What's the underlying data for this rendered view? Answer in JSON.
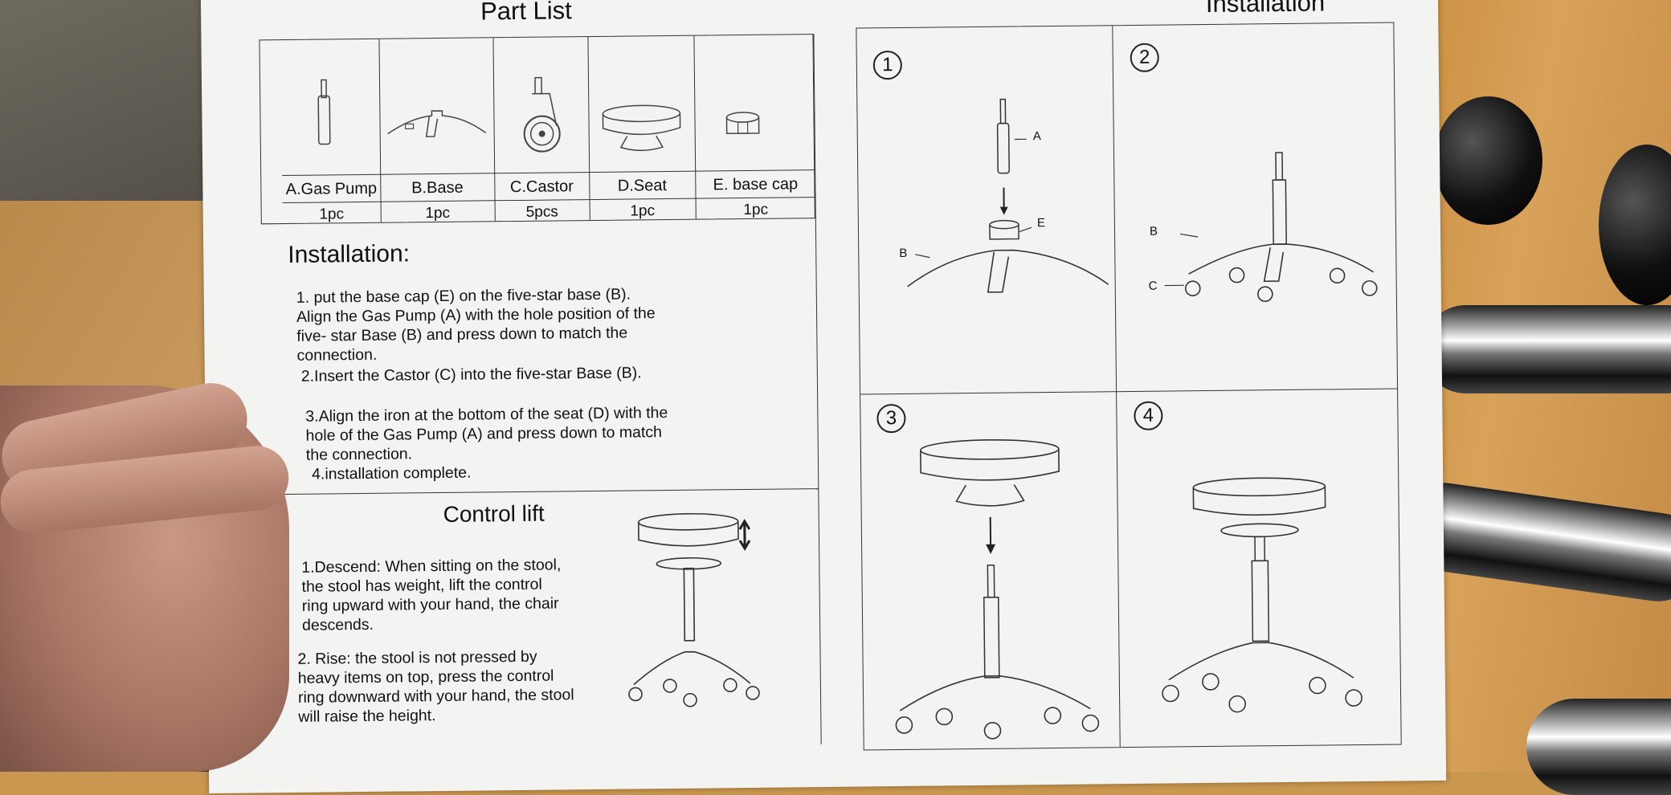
{
  "part_list": {
    "title": "Part List",
    "parts": [
      {
        "name": "A.Gas Pump",
        "qty": "1pc",
        "icon": "gas-pump-icon"
      },
      {
        "name": "B.Base",
        "qty": "1pc",
        "icon": "base-icon"
      },
      {
        "name": "C.Castor",
        "qty": "5pcs",
        "icon": "castor-icon"
      },
      {
        "name": "D.Seat",
        "qty": "1pc",
        "icon": "seat-icon"
      },
      {
        "name": "E. base cap",
        "qty": "1pc",
        "icon": "base-cap-icon"
      }
    ]
  },
  "installation_text": {
    "heading": "Installation:",
    "steps": [
      "1. put the base cap (E) on the five-star base (B). Align the Gas Pump (A) with the hole position of the five- star Base (B) and press down to match the connection.",
      "2.Insert the Castor (C) into the five-star Base (B).",
      "3.Align the iron at the bottom of the seat (D) with the hole of the Gas Pump (A) and press down to match the connection.",
      "4.installation complete."
    ]
  },
  "control_lift": {
    "heading": "Control lift",
    "items": [
      "1.Descend: When sitting on the stool, the stool has weight, lift the control ring upward with your hand, the chair descends.",
      "2. Rise: the stool is not pressed by heavy items on top, press the control ring downward with your hand, the stool will raise the height."
    ]
  },
  "installation_diagram": {
    "title": "Installation",
    "steps": [
      "1",
      "2",
      "3",
      "4"
    ],
    "labels": {
      "a": "A",
      "e": "E",
      "b": "B",
      "c": "C"
    }
  }
}
